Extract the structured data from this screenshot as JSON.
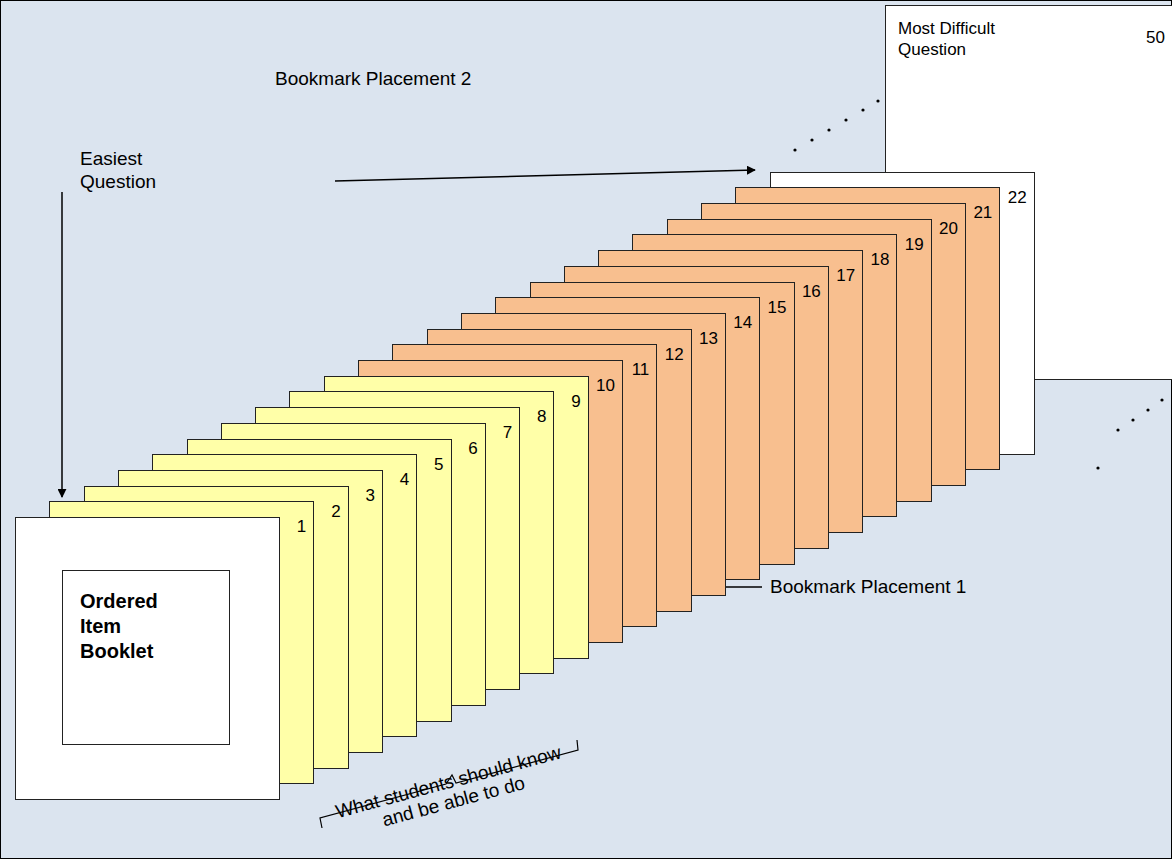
{
  "diagram": {
    "nodes": [
      {
        "text": [
          "Ordered Item Booklet"
        ]
      },
      {
        "text": [
          "1"
        ]
      },
      {
        "text": [
          "2"
        ]
      },
      {
        "text": [
          "3"
        ]
      },
      {
        "text": [
          "4"
        ]
      },
      {
        "text": [
          "5"
        ]
      },
      {
        "text": [
          "6"
        ]
      },
      {
        "text": [
          "7"
        ]
      },
      {
        "text": [
          "8"
        ]
      },
      {
        "text": [
          "9"
        ]
      },
      {
        "text": [
          "10"
        ]
      },
      {
        "text": [
          "11"
        ]
      },
      {
        "text": [
          "12"
        ]
      },
      {
        "text": [
          "13"
        ]
      },
      {
        "text": [
          "14"
        ]
      },
      {
        "text": [
          "15"
        ]
      },
      {
        "text": [
          "16"
        ]
      },
      {
        "text": [
          "17"
        ]
      },
      {
        "text": [
          "18"
        ]
      },
      {
        "text": [
          "19"
        ]
      },
      {
        "text": [
          "20"
        ]
      },
      {
        "text": [
          "21"
        ]
      },
      {
        "text": [
          "22"
        ]
      },
      {
        "text": [
          "Most Difficult Question",
          "50"
        ]
      }
    ],
    "labels": [
      "Easiest Question",
      "Bookmark Placement 2",
      "Bookmark Placement 1",
      "What students should know and be able to do"
    ]
  }
}
